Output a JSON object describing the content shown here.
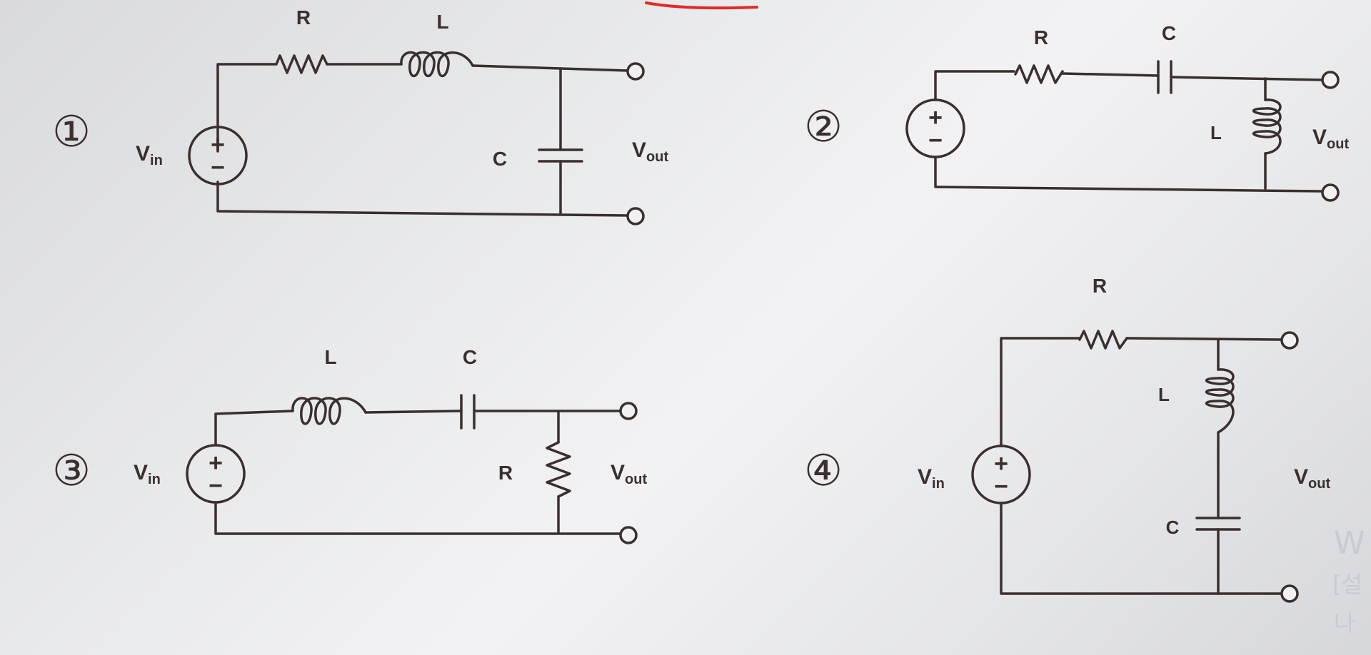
{
  "circuits": [
    {
      "number": "①",
      "source_label": "V",
      "source_sub": "in",
      "source_plus": "+",
      "source_minus": "−",
      "output_label": "V",
      "output_sub": "out",
      "component_labels": [
        "R",
        "L",
        "C"
      ]
    },
    {
      "number": "②",
      "source_plus": "+",
      "source_minus": "−",
      "output_label": "V",
      "output_sub": "out",
      "component_labels": [
        "R",
        "C",
        "L"
      ]
    },
    {
      "number": "③",
      "source_label": "V",
      "source_sub": "in",
      "source_plus": "+",
      "source_minus": "−",
      "output_label": "V",
      "output_sub": "out",
      "component_labels": [
        "L",
        "C",
        "R"
      ]
    },
    {
      "number": "④",
      "source_label": "V",
      "source_sub": "in",
      "source_plus": "+",
      "source_minus": "−",
      "output_label": "V",
      "output_sub": "out",
      "component_labels": [
        "R",
        "L",
        "C"
      ]
    }
  ],
  "edge_fragments": [
    "W",
    "[설",
    "나"
  ],
  "colors": {
    "ink": "#3a2f2f",
    "annotation": "#e12a2a"
  }
}
